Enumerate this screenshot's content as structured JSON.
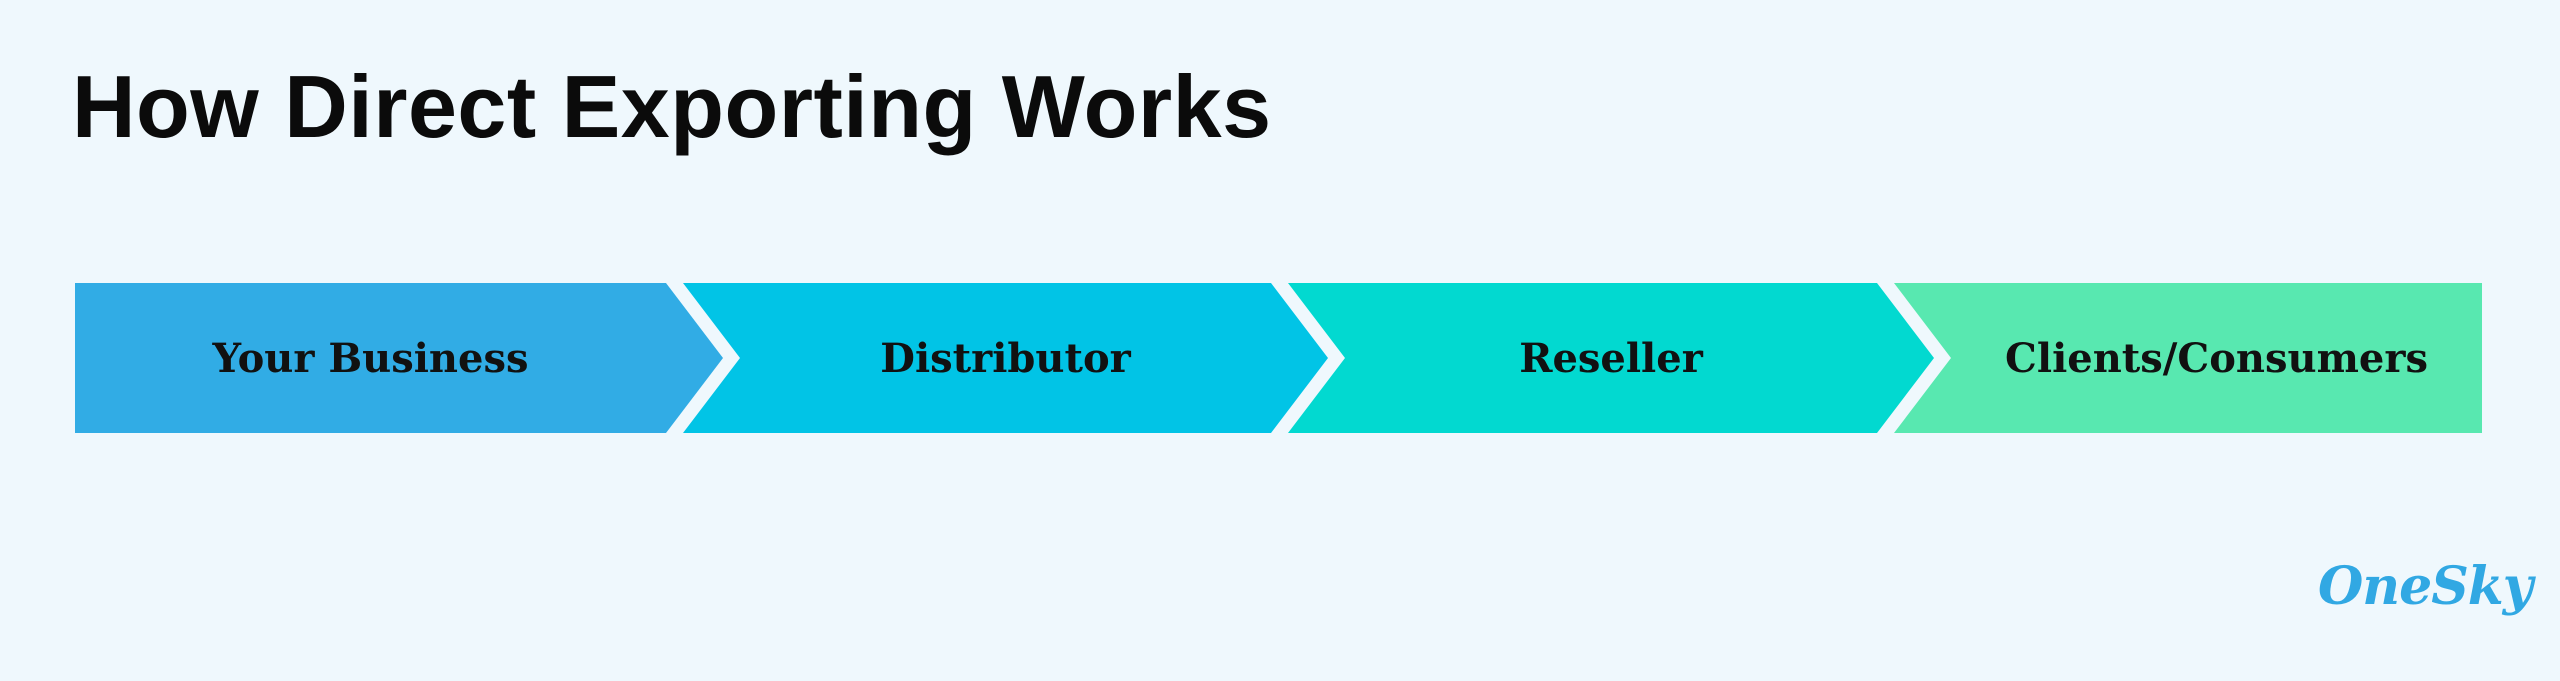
{
  "title": "How Direct Exporting Works",
  "steps": [
    {
      "label": "Your Business",
      "color": "#31ace5"
    },
    {
      "label": "Distributor",
      "color": "#01c4e6"
    },
    {
      "label": "Reseller",
      "color": "#02d9d0"
    },
    {
      "label": "Clients/Consumers",
      "color": "#58e8b0"
    }
  ],
  "brand": {
    "logo_text": "OneSky",
    "logo_color": "#31a8e3"
  },
  "background": "#eff8fd"
}
